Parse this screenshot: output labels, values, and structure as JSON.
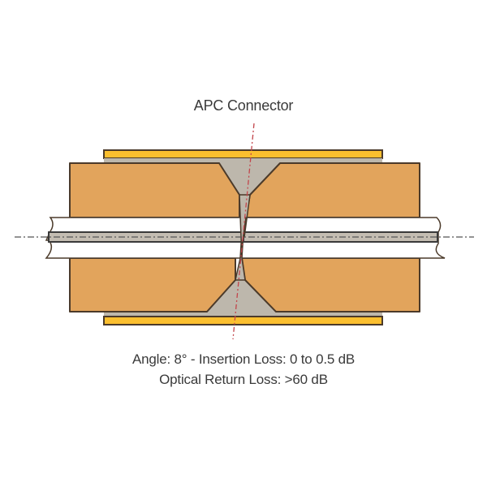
{
  "title": "APC Connector",
  "specs": {
    "line1_angle_label": "Angle:",
    "line1_angle_value": "8°",
    "line1_separator": "-",
    "line1_insertion": "Insertion Loss: 0 to 0.5 dB",
    "line2": "Optical Return Loss: >60 dB"
  },
  "colors": {
    "ferrule_body": "#E2A45C",
    "sleeve": "#FBBF2F",
    "ceramic_gray": "#BDB7AC",
    "outline": "#4B3A2A",
    "fiber_buffer": "#FFFFFF",
    "fiber_core": "#C4BDB2",
    "angle_line": "#C2454B",
    "axis_line": "#555555"
  },
  "diagram": {
    "angle_degrees": 8,
    "components": [
      "alignment-sleeve-top",
      "alignment-sleeve-bottom",
      "ferrule-left",
      "ferrule-right",
      "fiber-left",
      "fiber-right",
      "fiber-core",
      "angled-endface",
      "optical-axis",
      "angle-reference-line"
    ]
  }
}
